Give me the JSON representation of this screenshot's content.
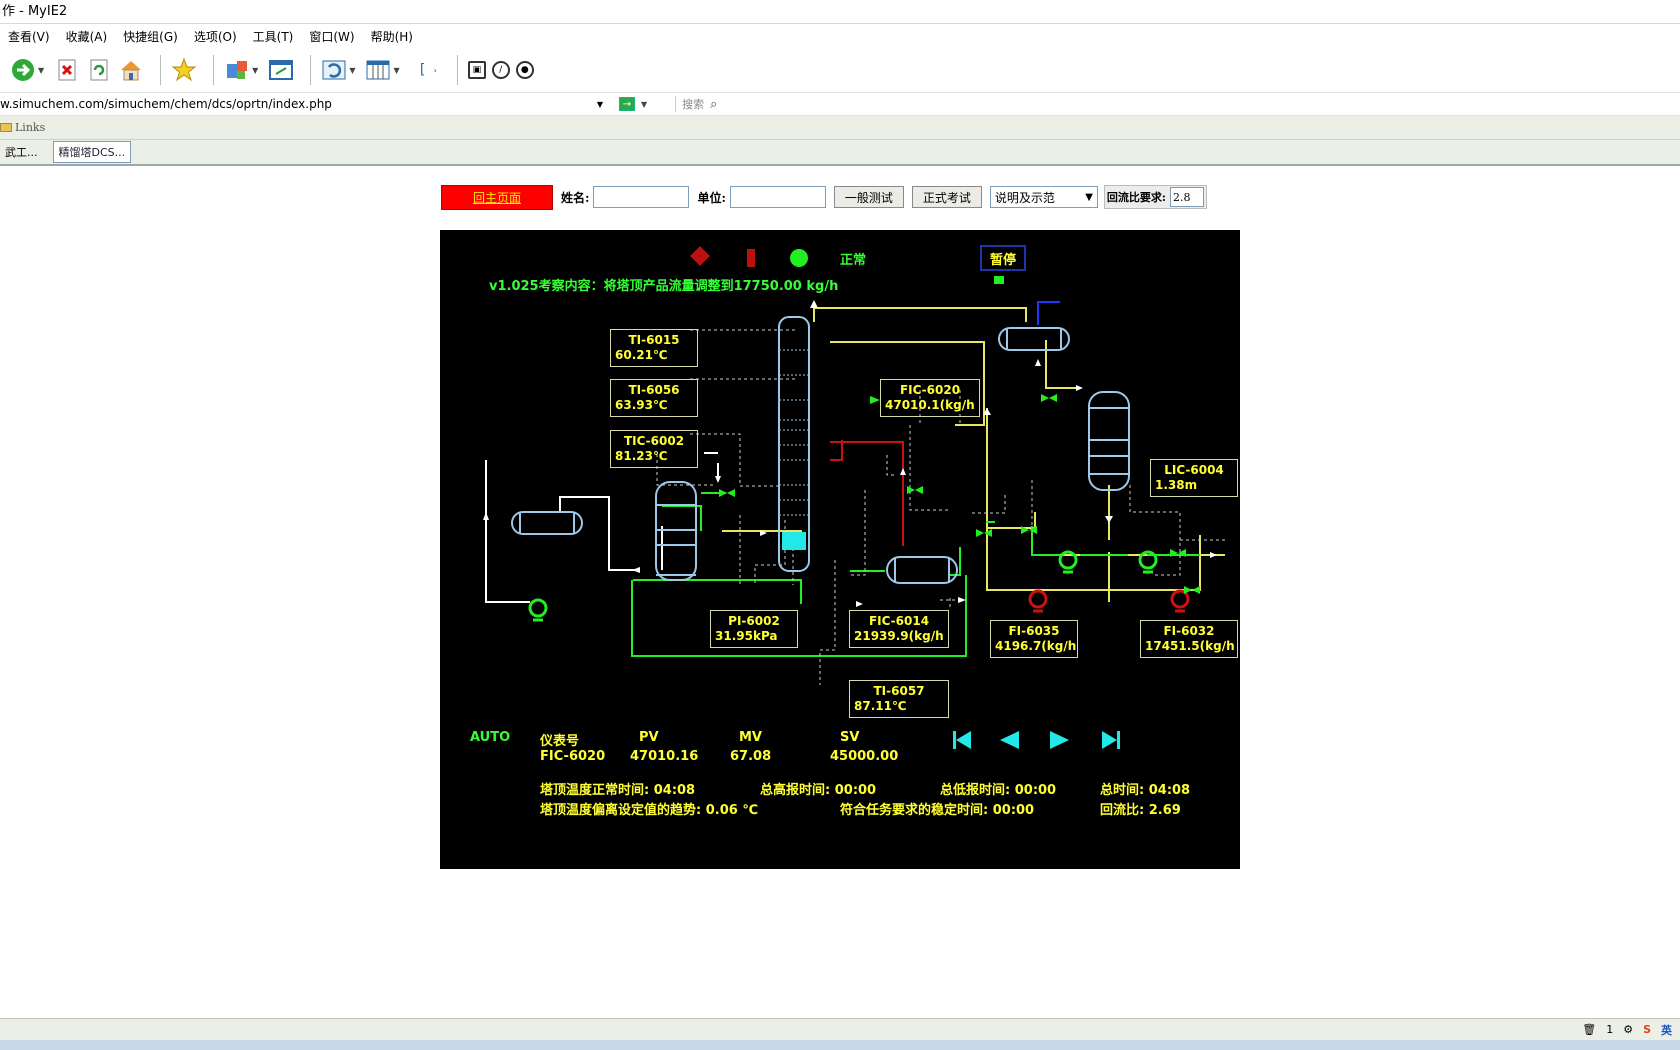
{
  "window": {
    "title": "作 - MyIE2"
  },
  "menu": [
    "查看(V)",
    "收藏(A)",
    "快捷组(G)",
    "选项(O)",
    "工具(T)",
    "窗口(W)",
    "帮助(H)"
  ],
  "address": {
    "url": "w.simuchem.com/simuchem/chem/dcs/oprtn/index.php",
    "search_label": "搜索"
  },
  "links": {
    "label": "Links"
  },
  "tabs": [
    {
      "label": "武工..."
    },
    {
      "label": "精馏塔DCS..."
    }
  ],
  "form": {
    "home": "回主页面",
    "name_label": "姓名:",
    "name_value": "",
    "unit_label": "单位:",
    "unit_value": "",
    "test_general": "一般测试",
    "test_formal": "正式考试",
    "select_value": "说明及示范",
    "reflux_label": "回流比要求:",
    "reflux_value": "2.8"
  },
  "dcs": {
    "status_text": "正常",
    "pause_label": "暂停",
    "task_text": "v1.025考察内容：将塔顶产品流量调整到17750.00 kg/h",
    "instruments": {
      "ti6015": {
        "tag": "TI-6015",
        "value": "60.21℃"
      },
      "ti6056": {
        "tag": "TI-6056",
        "value": "63.93℃"
      },
      "tic6002": {
        "tag": "TIC-6002",
        "value": "81.23℃"
      },
      "fic6020": {
        "tag": "FIC-6020",
        "value": "47010.1(kg/h"
      },
      "lic6004": {
        "tag": "LIC-6004",
        "value": "1.38m"
      },
      "pi6002": {
        "tag": "PI-6002",
        "value": "31.95kPa"
      },
      "fic6014": {
        "tag": "FIC-6014",
        "value": "21939.9(kg/h"
      },
      "fi6035": {
        "tag": "FI-6035",
        "value": "4196.7(kg/h"
      },
      "fi6032": {
        "tag": "FI-6032",
        "value": "17451.5(kg/h"
      },
      "ti6057": {
        "tag": "TI-6057",
        "value": "87.11℃"
      }
    },
    "faceplate": {
      "mode": "AUTO",
      "h_tag": "仪表号",
      "h_pv": "PV",
      "h_mv": "MV",
      "h_sv": "SV",
      "tag": "FIC-6020",
      "pv": "47010.16",
      "mv": "67.08",
      "sv": "45000.00"
    },
    "stats": {
      "normal_time": "塔顶温度正常时间: 04:08",
      "high_alarm": "总高报时间: 00:00",
      "low_alarm": "总低报时间: 00:00",
      "total_time": "总时间: 04:08",
      "trend": "塔顶温度偏离设定值的趋势: 0.06 ℃",
      "stable_time": "符合任务要求的稳定时间: 00:00",
      "reflux_ratio": "回流比: 2.69"
    }
  },
  "status": {
    "page_count": "1",
    "ime": "英"
  },
  "colors": {
    "pipe_yellow": "#e8e860",
    "pipe_green": "#22ee22",
    "equip": "#9ec8e8",
    "alarm_red": "#cc1111"
  }
}
